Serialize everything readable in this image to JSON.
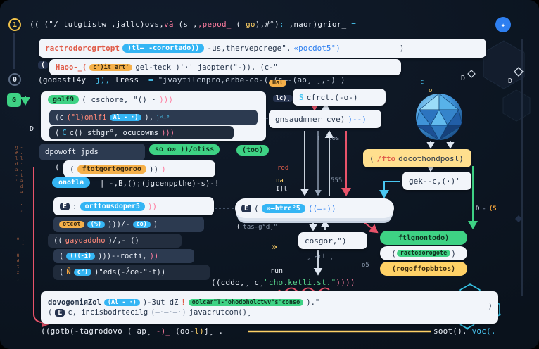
{
  "palette": {
    "panel": "#0c1521",
    "white_box": "#f2f5fa",
    "dark_box": "#2c3a50",
    "cyan_pill": "#34b5f4",
    "green_pill": "#3ed284",
    "orange_pill": "#f5b04a",
    "yellow_box": "#ffdf8e",
    "red": "#e05c4a",
    "pink": "#ff7da0",
    "cyan": "#49c7f2",
    "green": "#58d68d",
    "yellow": "#ffd166",
    "blue": "#2d7ff0",
    "sphere_blue": "#3f93d8"
  },
  "left_rail": {
    "badge1": "1",
    "badge0": "0",
    "badgeG": "G",
    "d": "D",
    "vtext1": "-.l:.tada-.¸-g#lda-:",
    "vtext2": "¸-o.:8dtz¸-"
  },
  "right_rail": {
    "icon": "✦",
    "d": "D"
  },
  "line_top": {
    "p0": "(( (\"/ tutgtistw ,jallc)ovs,",
    "p1": "vā",
    "p2": " (s ,",
    "p3": ",pepod_",
    "p4": " ( ",
    "p5": "go",
    "p6": "),#°)",
    "p7": ":",
    "p8": " ,naor)grior_ ",
    "p9": "="
  },
  "box_import": {
    "fn": "ractrodorcgrtopt",
    "pill": ")tl— -corortado))",
    "mid": "-us,thervepcrege\",",
    "blue": "«pocdot5°)",
    "end": ")"
  },
  "box_import2": {
    "tag": "(",
    "red": "Haoo-_(",
    "pill": "c°)it art'",
    "rest": " gel-teck )'·' jaopter(\"-)),  (c-\""
  },
  "line_assign": {
    "p0": "(godastl4y",
    "p1": " _j),",
    "p2": "  lress_",
    "p3": " = ",
    "p4": "\"jvaytilcnpro,erbe-co-(-(s—-(ao¸ ¸,-) )"
  },
  "floats": {
    "hal": "Hal",
    "lc": "lc)¸",
    "c": "c",
    "o": "o",
    "d_top": "D",
    "fos": ") f.os ¸",
    "rod": "rod",
    "na": "na",
    "l1": "I]l",
    "n555": "555",
    "tasgd_paren": "(",
    "tasgd": " tas-g°d¸\"",
    "art": "¸ art ¸",
    "chev": "»",
    "run": "run",
    "o5": "o5",
    "d5_d": "D",
    "d5_dash": "-",
    "d5_val": "(5"
  },
  "cluster": {
    "pill": "golf9",
    "head": " ( cschore, \"() ·",
    "head_pk": ")))",
    "s1_a": "(c ",
    "s1_red": "(°l)onlfi",
    "s1_pill": "Al - ·)",
    "s1_b": "),",
    "s1_sup": " )ᵈ—°",
    "s2_a": "( ",
    "s2_c": "C",
    "s2_b": " c()  sthgr°, ocucowms",
    "s2_pk": ")))"
  },
  "s_box": {
    "tag": "S",
    "text": " cfrct.(-o-)"
  },
  "g_box": {
    "text": "gnsaudmmer cve)",
    "blue": ")--)"
  },
  "yellow_box": {
    "paren": "(",
    "red": "/fto",
    "text": " docothondposl)"
  },
  "gek_box": {
    "text": "gek--c,(·)'"
  },
  "dpow": {
    "name": "dpowoft_jpds",
    "pill1": "so o» ))/otiss",
    "pill2": "(too)"
  },
  "ftot": {
    "paren": "(",
    "a": "( ",
    "pill": "ftotgortogoroo",
    "b": " ))",
    "pk": ")"
  },
  "onotla": {
    "pill": "onotla",
    "text": " | -,B,();(jgcenppthe)-s)-!"
  },
  "nest": {
    "n1_tag": "E",
    "n1_colon": " : ",
    "n1_pill": "orttousdoper5",
    "n1_pk": " ))",
    "n2_pill": "otcot",
    "n2_p1": "(%)",
    "n2_a": " )))/-",
    "n2_p2": "co)",
    "n2_b": " )",
    "n3_a": "((",
    "n3_red": "gaydadoho",
    "n3_b": ")/,- ()",
    "n4_a": "(",
    "n4_pill": "()(-i)",
    "n4_b": " )))--rocti,",
    "n4_pk": "))",
    "n5_a": "( ",
    "n5_org": "Ñ",
    "n5_pill": "c°)",
    "n5_b": " )\"eds(-Žce-\"·t))"
  },
  "e_box": {
    "tag": "E",
    "a": " ( ",
    "pill": "»—htrc°5",
    "b": " ((—-))"
  },
  "cosgor": {
    "text": "cosgor,\")"
  },
  "right_stack": {
    "green": "ftlgnontodo)",
    "mid_a": "(",
    "mid_pill": "ractodorogote",
    "mid_b": ")",
    "yellow": "(rogoffopbbtos)"
  },
  "line_call": {
    "a": "((cddo,¸ c¸",
    "str": "\"cho.ketli.st.\"",
    "pk": "))))"
  },
  "box_bottom": {
    "l1_a": "dovogomiяZol",
    "l1_pill": "(Al - ·)",
    "l1_b": " )-3ut dZ",
    "l1_bang": " !",
    "l1_green": "oolcar\"T-°ohodoholctwv°s\"conso",
    "l1_c": " ).\"",
    "l2_a": "( ",
    "l2_tag": "E",
    "l2_b": " c, incisbodrtecilg",
    "l2_gray": " (—·—·—·)",
    "l2_c": " javacrutcom()¸",
    "end": ")"
  },
  "line_last": {
    "a": "((gotb(-tagrodovo",
    "b": " ( ap¸ ",
    "pk": "-)_",
    "c": " (oo-",
    "yl": "l)",
    "d": "j¸ .",
    "e": "soot(),",
    "cy": " voc(,"
  }
}
